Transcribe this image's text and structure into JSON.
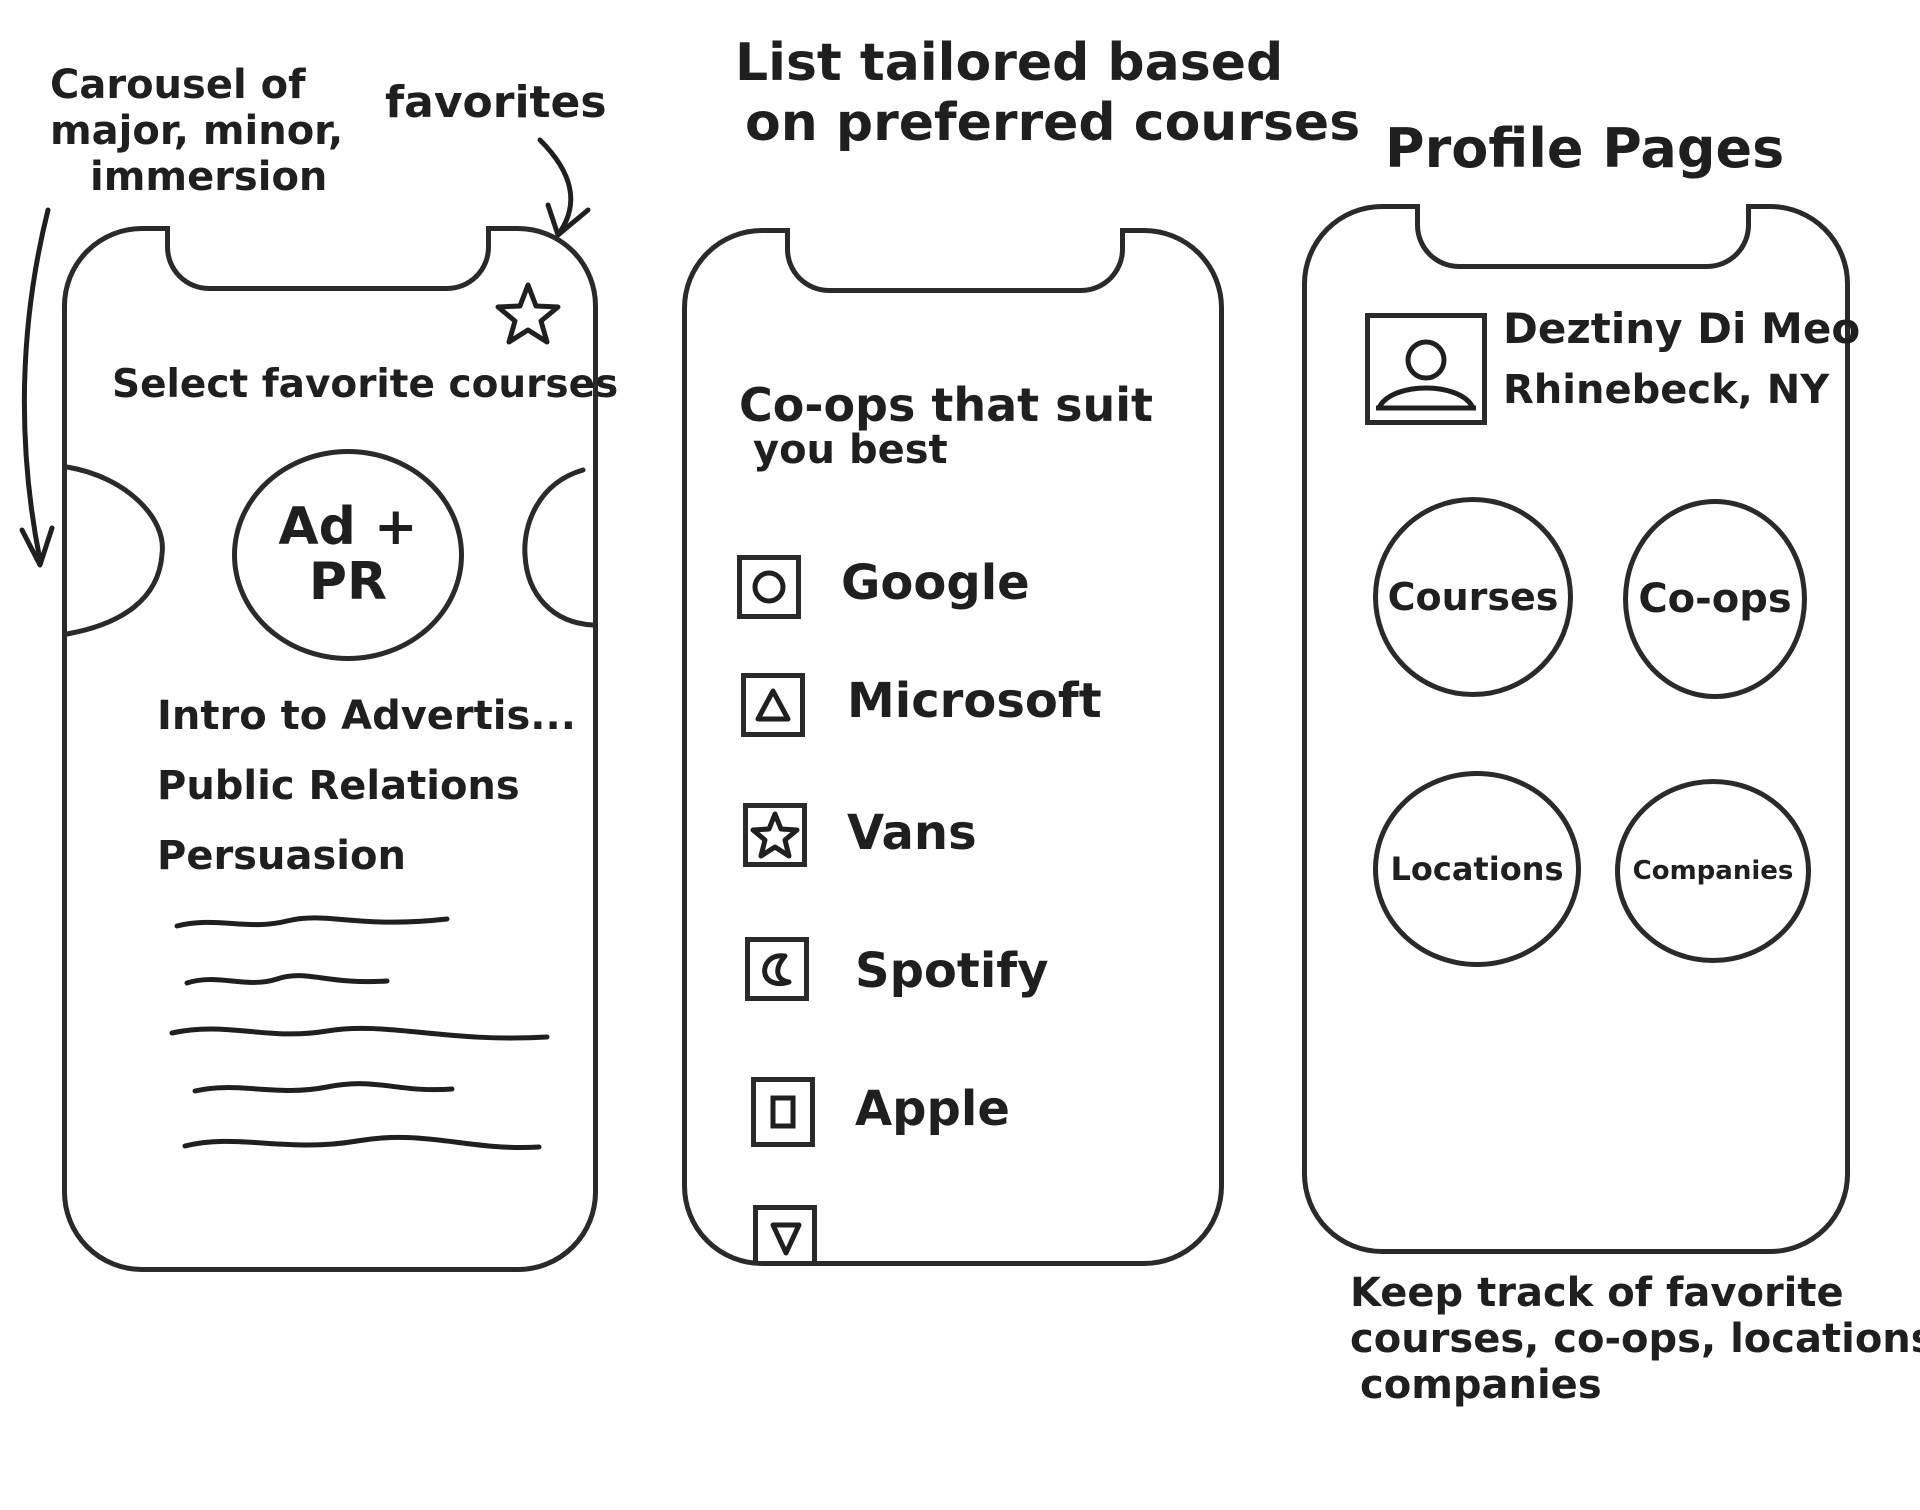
{
  "annotations": {
    "carousel_line1": "Carousel of",
    "carousel_line2": "major, minor,",
    "carousel_line3": "immersion",
    "favorites": "favorites",
    "list_line1": "List tailored based",
    "list_line2": "on preferred courses",
    "profile": "Profile Pages",
    "keep_line1": "Keep track of favorite",
    "keep_line2": "courses, co-ops, locations,",
    "keep_line3": "companies"
  },
  "phone1": {
    "heading": "Select favorite courses",
    "carousel_center_line1": "Ad +",
    "carousel_center_line2": "PR",
    "courses": [
      "Intro to Advertis...",
      "Public Relations",
      "Persuasion"
    ],
    "star_icon": "star-icon"
  },
  "phone2": {
    "heading_line1": "Co-ops that suit",
    "heading_line2": "you best",
    "companies": [
      {
        "name": "Google",
        "icon": "circle-icon"
      },
      {
        "name": "Microsoft",
        "icon": "triangle-icon"
      },
      {
        "name": "Vans",
        "icon": "star-icon"
      },
      {
        "name": "Spotify",
        "icon": "moon-icon"
      },
      {
        "name": "Apple",
        "icon": "square-icon"
      },
      {
        "name": "",
        "icon": "down-triangle-icon"
      }
    ]
  },
  "phone3": {
    "user_name": "Deztiny Di Meo",
    "user_location": "Rhinebeck, NY",
    "avatar_icon": "person-icon",
    "tiles": [
      "Courses",
      "Co-ops",
      "Locations",
      "Companies"
    ]
  }
}
